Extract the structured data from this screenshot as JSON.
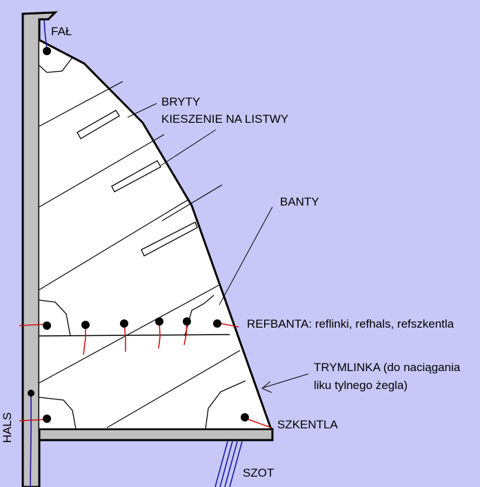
{
  "diagram": {
    "labels": {
      "fal": "FAŁ",
      "bryty": "BRYTY",
      "kieszenie": "KIESZENIE NA LISTWY",
      "banty": "BANTY",
      "refbanta": "REFBANTA: reflinki, refhals, refszkentla",
      "trymlinka_line1": "TRYMLINKA (do naciągania",
      "trymlinka_line2": "liku tylnego żegla)",
      "szkentla": "SZKENTLA",
      "hals": "HALS",
      "szot": "SZOT"
    },
    "colors": {
      "background": "#c8c8f8",
      "sail": "#ffffff",
      "mast": "#c0c0c0",
      "outline": "#000000",
      "halyard": "#1a1aa0",
      "reef_line": "#d01010"
    }
  }
}
